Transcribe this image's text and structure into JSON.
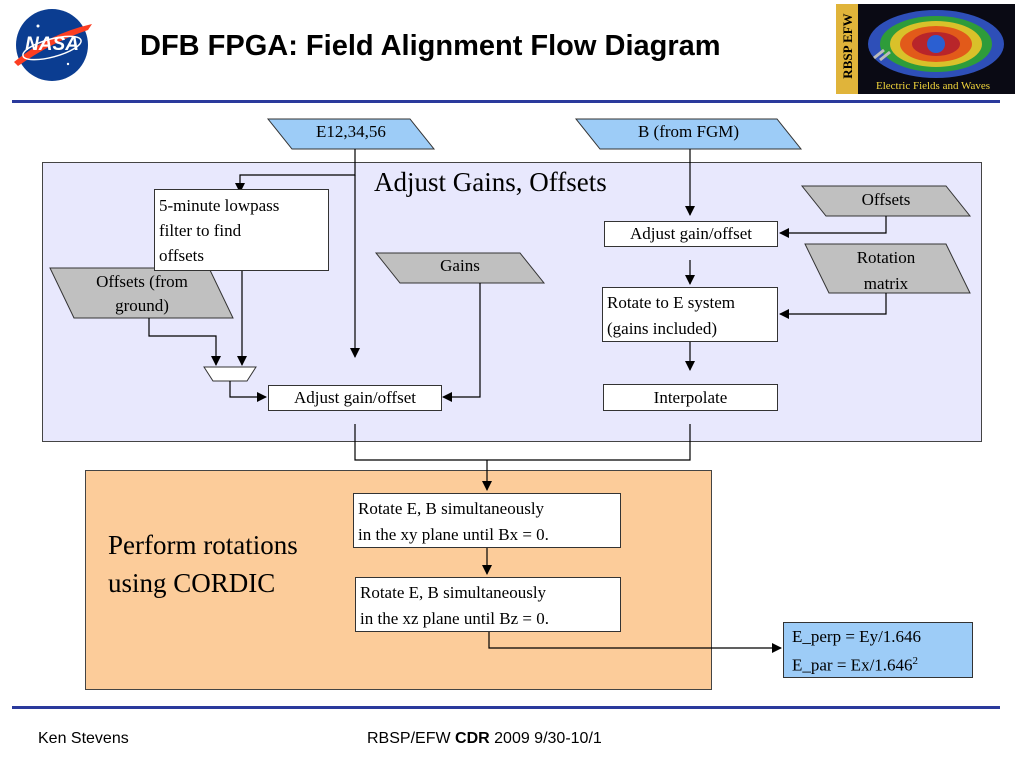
{
  "header": {
    "title": "DFB FPGA: Field Alignment Flow Diagram",
    "logo_left_text": "NASA",
    "logo_right_top": "RBSP EFW",
    "logo_right_bottom": "Electric Fields and Waves"
  },
  "inputs": {
    "e_input": "E12,34,56",
    "b_input": "B (from FGM)",
    "offsets": "Offsets",
    "rotation_matrix_line1": "Rotation",
    "rotation_matrix_line2": "matrix",
    "gains": "Gains",
    "offsets_ground_line1": "Offsets (from",
    "offsets_ground_line2": "ground)"
  },
  "adjust_panel": {
    "title": "Adjust Gains, Offsets",
    "lowpass_line1": "5-minute lowpass",
    "lowpass_line2": "filter to find",
    "lowpass_line3": "offsets",
    "adjust_e": "Adjust gain/offset",
    "adjust_b": "Adjust gain/offset",
    "rotate_e_line1": "Rotate to E system",
    "rotate_e_line2": "(gains included)",
    "interpolate": "Interpolate"
  },
  "cordic_panel": {
    "title_line1": "Perform rotations",
    "title_line2": "using CORDIC",
    "rot_xy_line1": "Rotate E, B simultaneously",
    "rot_xy_line2": "in the xy plane until Bx = 0.",
    "rot_xz_line1": "Rotate E, B simultaneously",
    "rot_xz_line2": "in the xz plane until Bz = 0."
  },
  "result": {
    "line1": "E_perp = Ey/1.646",
    "line2": "E_par = Ex/1.646",
    "line2_sup": "2"
  },
  "footer": {
    "author": "Ken Stevens",
    "project": "RBSP/EFW",
    "review": "CDR",
    "dates": "2009 9/30-10/1"
  },
  "colors": {
    "rule": "#2a3a9c",
    "blue_panel": "#e8e8fd",
    "orange_panel": "#fccc9a",
    "data_input": "#9dccf7",
    "param_input": "#c0c0c0"
  }
}
